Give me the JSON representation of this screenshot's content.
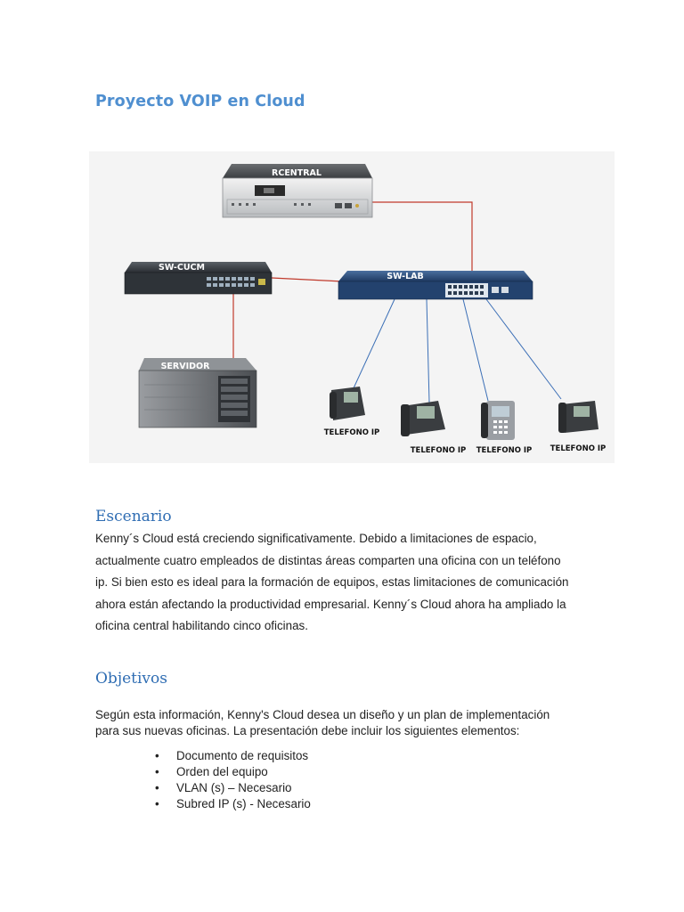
{
  "document": {
    "title": "Proyecto VOIP en Cloud"
  },
  "diagram": {
    "devices": {
      "router": "RCENTRAL",
      "switch_cucm": "SW-CUCM",
      "switch_lab": "SW-LAB",
      "server": "SERVIDOR",
      "phone_1": "TELEFONO IP",
      "phone_2": "TELEFONO IP",
      "phone_3": "TELEFONO IP",
      "phone_4": "TELEFONO IP"
    },
    "colors": {
      "router_link": "#c0392b",
      "phone_link": "#3b6fb6",
      "switch_lab_body": "#2a4a7a",
      "switch_cucm_body": "#3a3f44"
    }
  },
  "escenario": {
    "heading": "Escenario",
    "lines": [
      "Kenny´s Cloud está creciendo significativamente. Debido a limitaciones de espacio,",
      "actualmente cuatro empleados de distintas áreas comparten una oficina con un teléfono",
      "ip. Si bien esto es ideal para la formación de equipos, estas limitaciones de comunicación",
      "ahora están afectando la productividad empresarial. Kenny´s Cloud ahora ha ampliado la",
      "oficina central habilitando cinco oficinas."
    ]
  },
  "objetivos": {
    "heading": "Objetivos",
    "lines": [
      "Según esta información, Kenny's Cloud  desea un diseño y un plan de implementación",
      "para sus nuevas oficinas. La presentación debe incluir los siguientes elementos:"
    ],
    "bullet_char": "•",
    "items": [
      "Documento de requisitos",
      "Orden del equipo",
      "VLAN (s) – Necesario",
      "Subred IP (s) - Necesario"
    ]
  }
}
